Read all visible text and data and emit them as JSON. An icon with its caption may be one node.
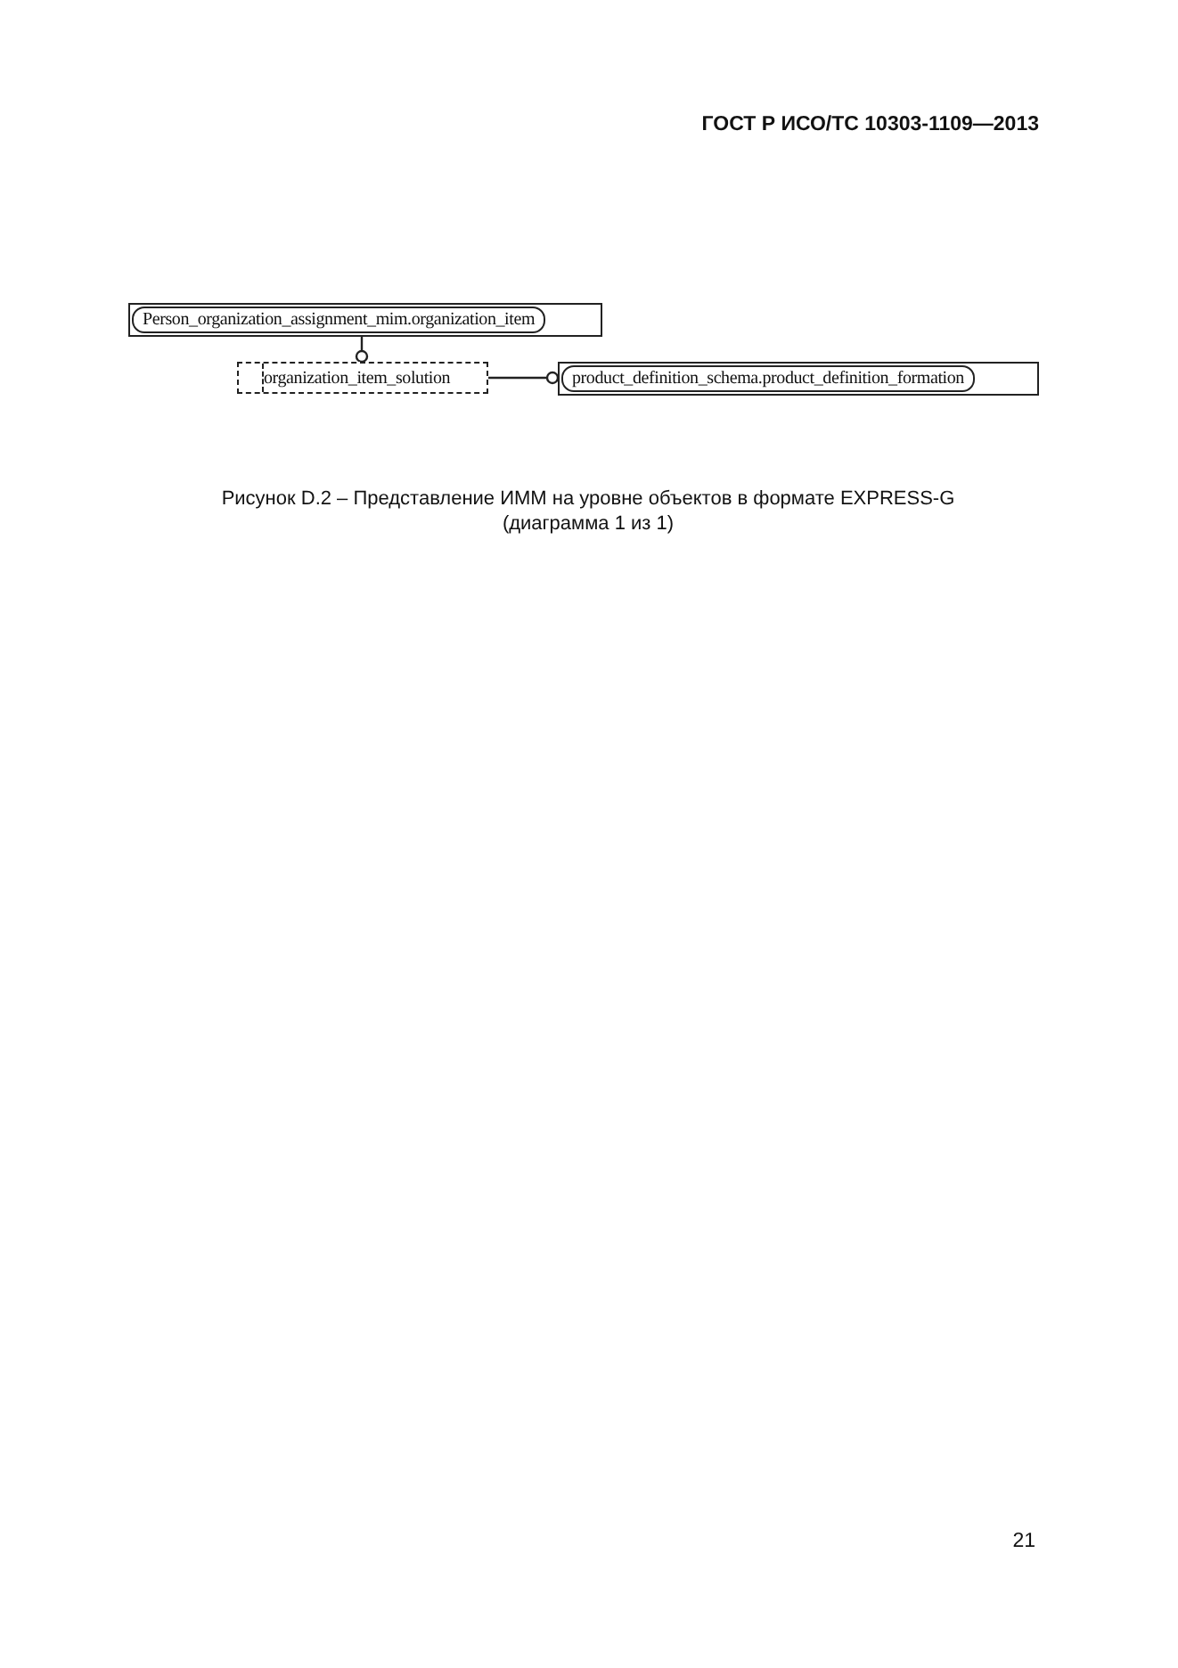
{
  "diagram": {
    "caption": "Рисунок D.2 – Представление ИММ на уровне объектов в формате EXPRESS-G (диаграмма 1 из 1)",
    "nodes": [
      {
        "text": [
          "Person_organization_assignment_mim.organization_item"
        ]
      },
      {
        "text": [
          "organization_item_solution"
        ]
      },
      {
        "text": [
          "product_definition_schema.product_definition_formation"
        ]
      }
    ],
    "edges": [
      {
        "from": 0,
        "to": 1,
        "arrow": "other"
      },
      {
        "from": 1,
        "to": 2,
        "arrow": "other"
      }
    ],
    "labels": [
      "ГОСТ Р ИСО/ТС 10303-1109—2013",
      "21"
    ]
  }
}
